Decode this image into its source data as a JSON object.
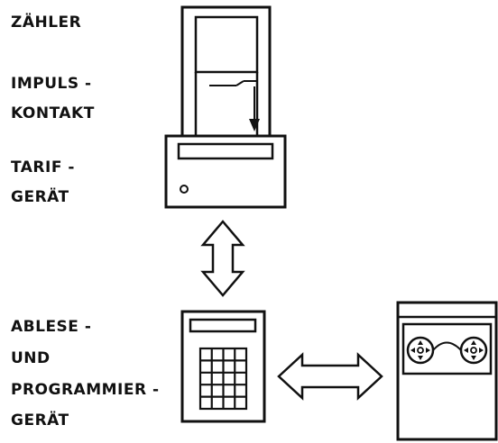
{
  "labels": {
    "zaehler": "ZÄHLER",
    "impuls_line1": "IMPULS -",
    "impuls_line2": "KONTAKT",
    "tarif_line1": "TARIF -",
    "tarif_line2": "GERÄT",
    "ablese_line1": "ABLESE -",
    "ablese_line2": "UND",
    "ablese_line3": "PROGRAMMIER -",
    "ablese_line4": "GERÄT"
  },
  "colors": {
    "ink": "#111111",
    "paper": "#ffffff"
  },
  "icons": {
    "meter": "meter-cabinet-icon",
    "tariff": "tariff-device-icon",
    "handheld": "handheld-reader-icon",
    "recorder": "tape-recorder-icon",
    "vertical_link": "double-arrow-vertical-icon",
    "horizontal_link": "double-arrow-horizontal-icon"
  }
}
